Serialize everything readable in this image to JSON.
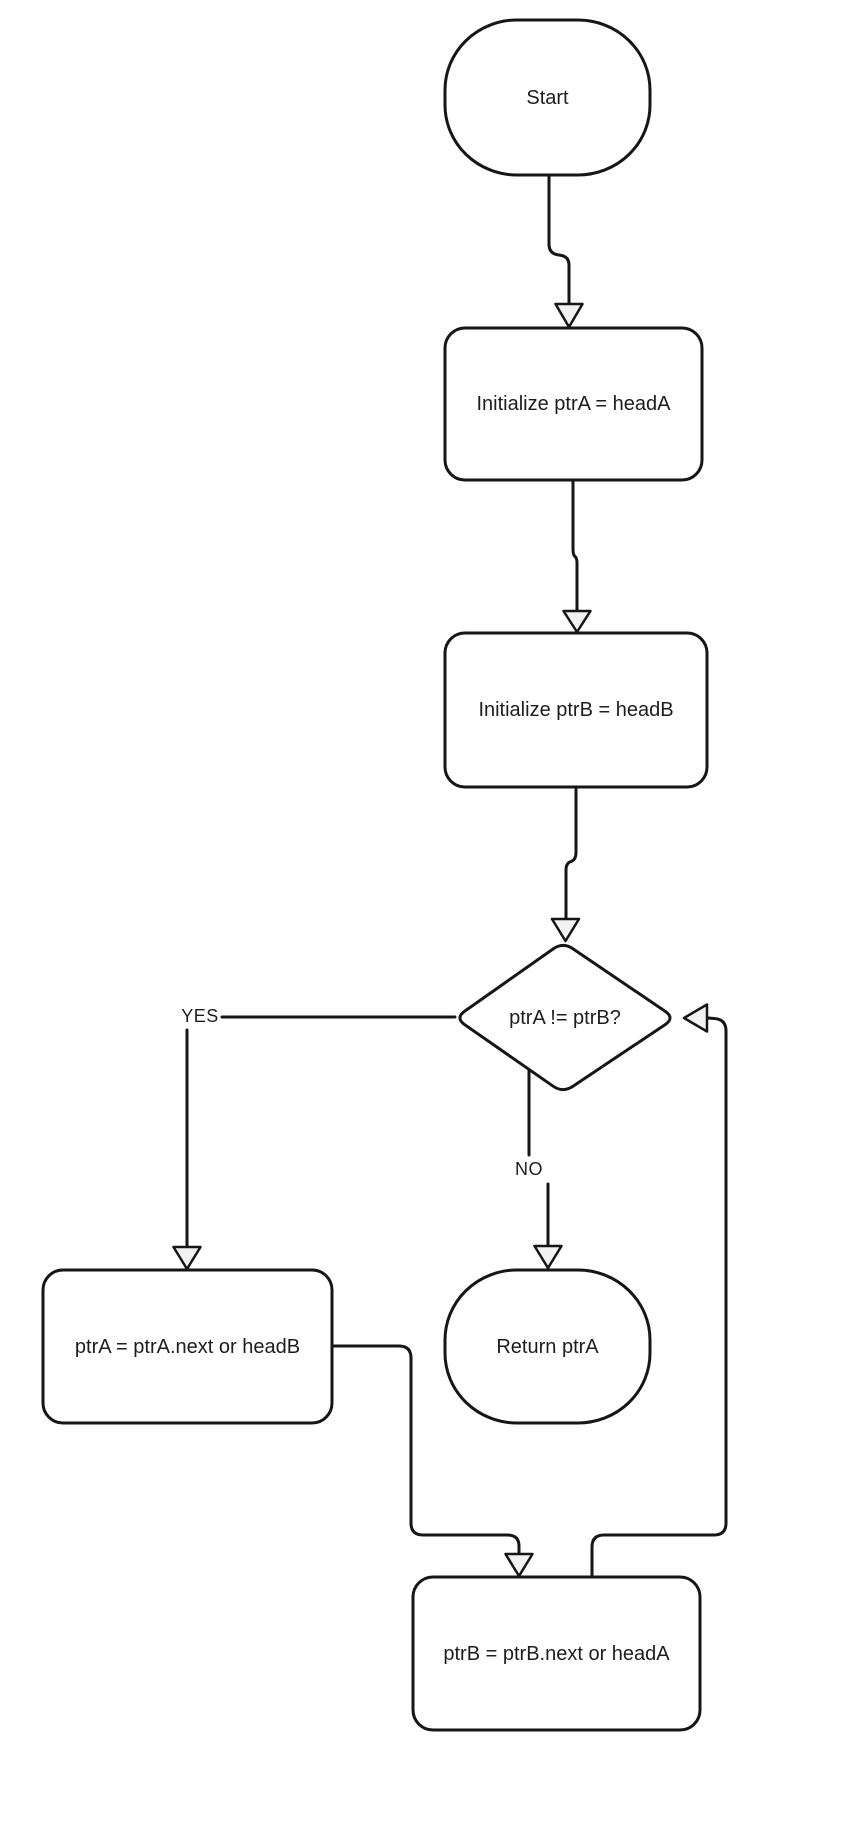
{
  "diagram": {
    "background_color": "#ffffff",
    "stroke_color": "#161616",
    "arrowhead_fill_color": "#f2f2f2",
    "nodes": [
      {
        "id": "start",
        "type": "terminator",
        "label": "Start"
      },
      {
        "id": "init-ptra",
        "type": "process",
        "label": "Initialize ptrA = headA"
      },
      {
        "id": "init-ptrb",
        "type": "process",
        "label": "Initialize ptrB = headB"
      },
      {
        "id": "decision",
        "type": "decision",
        "label": "ptrA != ptrB?"
      },
      {
        "id": "advance-ptra",
        "type": "process",
        "label": "ptrA = ptrA.next or headB"
      },
      {
        "id": "return-ptra",
        "type": "terminator",
        "label": "Return ptrA"
      },
      {
        "id": "advance-ptrb",
        "type": "process",
        "label": "ptrB = ptrB.next or headA"
      }
    ],
    "edges": [
      {
        "from": "start",
        "to": "init-ptra",
        "label": ""
      },
      {
        "from": "init-ptra",
        "to": "init-ptrb",
        "label": ""
      },
      {
        "from": "init-ptrb",
        "to": "decision",
        "label": ""
      },
      {
        "from": "decision",
        "to": "advance-ptra",
        "label": "YES"
      },
      {
        "from": "decision",
        "to": "return-ptra",
        "label": "NO"
      },
      {
        "from": "advance-ptra",
        "to": "advance-ptrb",
        "label": ""
      },
      {
        "from": "advance-ptrb",
        "to": "decision",
        "label": ""
      }
    ]
  }
}
